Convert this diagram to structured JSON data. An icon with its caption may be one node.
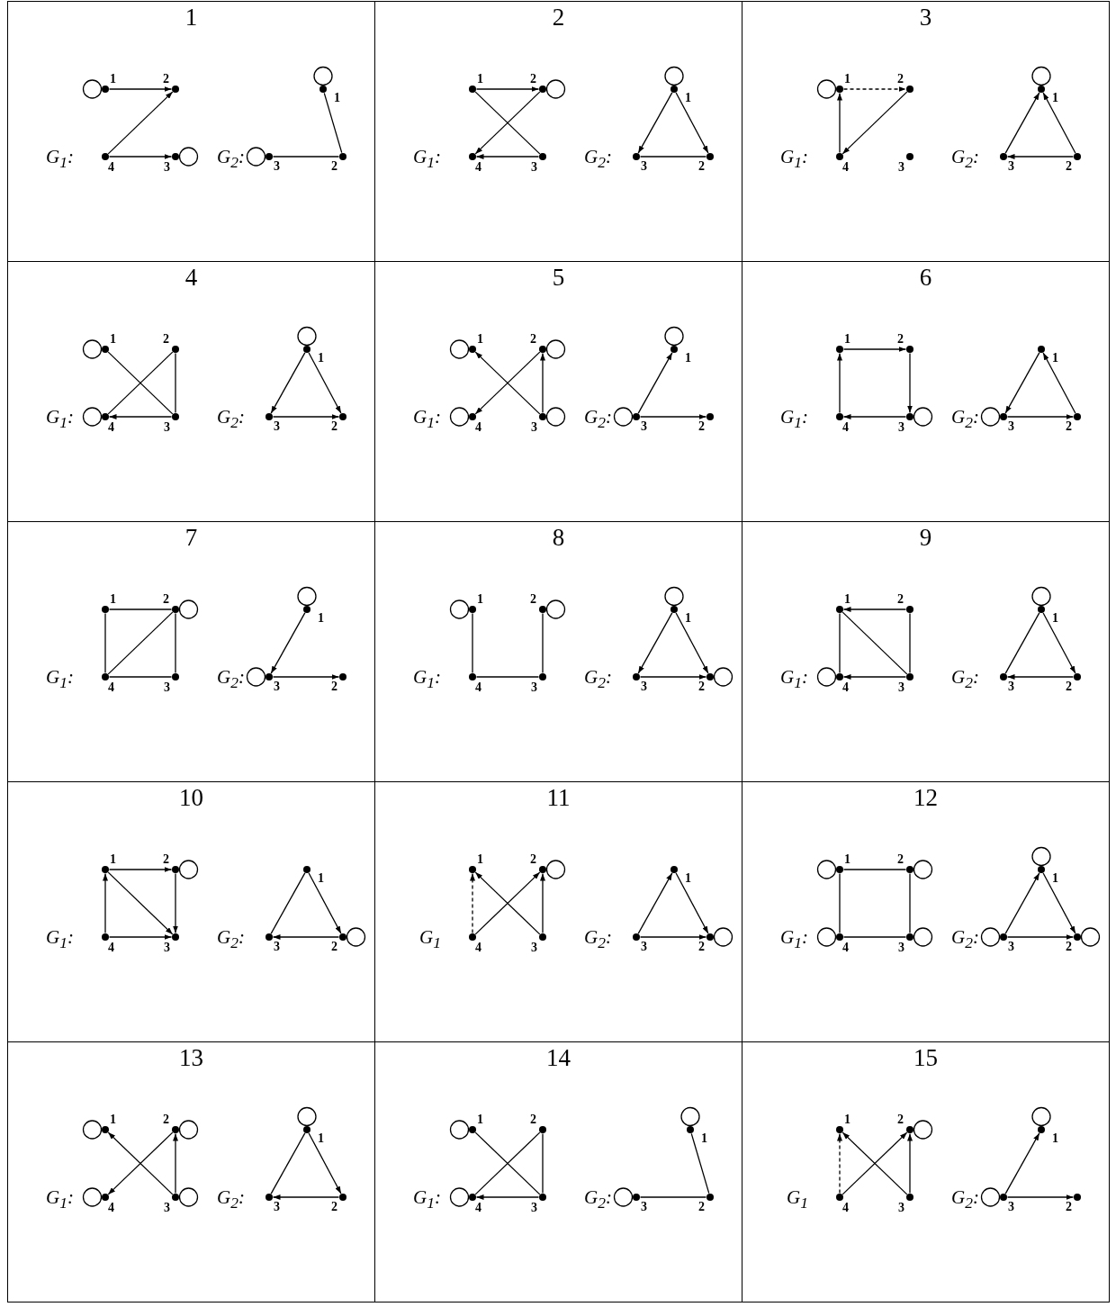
{
  "diagram": {
    "nodes": [
      {
        "text": [
          "1",
          "G$_{1}$:",
          "G$_{2}$:"
        ]
      },
      {
        "text": [],
        "shape": "circle",
        "beside": [
          "1"
        ],
        "in": 0
      },
      {
        "text": [],
        "shape": "circle",
        "beside": [
          "2"
        ],
        "in": 0
      },
      {
        "text": [],
        "shape": "circle",
        "beside": [
          "3"
        ],
        "in": 0
      },
      {
        "text": [],
        "shape": "circle",
        "beside": [
          "4"
        ],
        "in": 0
      },
      {
        "text": [],
        "shape": "circle",
        "beside": [
          "1"
        ],
        "in": 0
      },
      {
        "text": [],
        "shape": "circle",
        "beside": [
          "2"
        ],
        "in": 0
      },
      {
        "text": [],
        "shape": "circle",
        "beside": [
          "3"
        ],
        "in": 0
      },
      {
        "text": [
          "2",
          "G$_{1}$:",
          "G$_{2}$:"
        ]
      },
      {
        "text": [],
        "shape": "circle",
        "beside": [
          "1"
        ],
        "in": 8
      },
      {
        "text": [],
        "shape": "circle",
        "beside": [
          "2"
        ],
        "in": 8
      },
      {
        "text": [],
        "shape": "circle",
        "beside": [
          "3"
        ],
        "in": 8
      },
      {
        "text": [],
        "shape": "circle",
        "beside": [
          "4"
        ],
        "in": 8
      },
      {
        "text": [],
        "shape": "circle",
        "beside": [
          "1"
        ],
        "in": 8
      },
      {
        "text": [],
        "shape": "circle",
        "beside": [
          "2"
        ],
        "in": 8
      },
      {
        "text": [],
        "shape": "circle",
        "beside": [
          "3"
        ],
        "in": 8
      },
      {
        "text": [
          "3",
          "G$_{1}$:",
          "G$_{2}$:"
        ]
      },
      {
        "text": [],
        "shape": "circle",
        "beside": [
          "1"
        ],
        "in": 16
      },
      {
        "text": [],
        "shape": "circle",
        "beside": [
          "2"
        ],
        "in": 16
      },
      {
        "text": [],
        "shape": "circle",
        "beside": [
          "3"
        ],
        "in": 16
      },
      {
        "text": [],
        "shape": "circle",
        "beside": [
          "4"
        ],
        "in": 16
      },
      {
        "text": [],
        "shape": "circle",
        "beside": [
          "1"
        ],
        "in": 16
      },
      {
        "text": [],
        "shape": "circle",
        "beside": [
          "2"
        ],
        "in": 16
      },
      {
        "text": [],
        "shape": "circle",
        "beside": [
          "3"
        ],
        "in": 16
      },
      {
        "text": [
          "4",
          "G$_{1}$:",
          "G$_{2}$:"
        ]
      },
      {
        "text": [],
        "shape": "circle",
        "beside": [
          "1"
        ],
        "in": 24
      },
      {
        "text": [],
        "shape": "circle",
        "beside": [
          "2"
        ],
        "in": 24
      },
      {
        "text": [],
        "shape": "circle",
        "beside": [
          "3"
        ],
        "in": 24
      },
      {
        "text": [],
        "shape": "circle",
        "beside": [
          "4"
        ],
        "in": 24
      },
      {
        "text": [],
        "shape": "circle",
        "beside": [
          "1"
        ],
        "in": 24
      },
      {
        "text": [],
        "shape": "circle",
        "beside": [
          "2"
        ],
        "in": 24
      },
      {
        "text": [],
        "shape": "circle",
        "beside": [
          "3"
        ],
        "in": 24
      },
      {
        "text": [
          "5",
          "G$_{1}$:",
          "G$_{2}$:"
        ]
      },
      {
        "text": [],
        "shape": "circle",
        "beside": [
          "1"
        ],
        "in": 32
      },
      {
        "text": [],
        "shape": "circle",
        "beside": [
          "2"
        ],
        "in": 32
      },
      {
        "text": [],
        "shape": "circle",
        "beside": [
          "3"
        ],
        "in": 32
      },
      {
        "text": [],
        "shape": "circle",
        "beside": [
          "4"
        ],
        "in": 32
      },
      {
        "text": [],
        "shape": "circle",
        "beside": [
          "1"
        ],
        "in": 32
      },
      {
        "text": [],
        "shape": "circle",
        "beside": [
          "2"
        ],
        "in": 32
      },
      {
        "text": [],
        "shape": "circle",
        "beside": [
          "3"
        ],
        "in": 32
      },
      {
        "text": [
          "6",
          "G$_{1}$:",
          "G$_{2}$:"
        ]
      },
      {
        "text": [],
        "shape": "circle",
        "beside": [
          "1"
        ],
        "in": 40
      },
      {
        "text": [],
        "shape": "circle",
        "beside": [
          "2"
        ],
        "in": 40
      },
      {
        "text": [],
        "shape": "circle",
        "beside": [
          "3"
        ],
        "in": 40
      },
      {
        "text": [],
        "shape": "circle",
        "beside": [
          "4"
        ],
        "in": 40
      },
      {
        "text": [],
        "shape": "circle",
        "beside": [
          "1"
        ],
        "in": 40
      },
      {
        "text": [],
        "shape": "circle",
        "beside": [
          "2"
        ],
        "in": 40
      },
      {
        "text": [],
        "shape": "circle",
        "beside": [
          "3"
        ],
        "in": 40
      },
      {
        "text": [
          "7",
          "G$_{1}$:",
          "G$_{2}$:"
        ]
      },
      {
        "text": [],
        "shape": "circle",
        "beside": [
          "1"
        ],
        "in": 48
      },
      {
        "text": [],
        "shape": "circle",
        "beside": [
          "2"
        ],
        "in": 48
      },
      {
        "text": [],
        "shape": "circle",
        "beside": [
          "3"
        ],
        "in": 48
      },
      {
        "text": [],
        "shape": "circle",
        "beside": [
          "4"
        ],
        "in": 48
      },
      {
        "text": [],
        "shape": "circle",
        "beside": [
          "1"
        ],
        "in": 48
      },
      {
        "text": [],
        "shape": "circle",
        "beside": [
          "2"
        ],
        "in": 48
      },
      {
        "text": [],
        "shape": "circle",
        "beside": [
          "3"
        ],
        "in": 48
      },
      {
        "text": [
          "8",
          "G$_{1}$:",
          "G$_{2}$:"
        ]
      },
      {
        "text": [],
        "shape": "circle",
        "beside": [
          "1"
        ],
        "in": 56
      },
      {
        "text": [],
        "shape": "circle",
        "beside": [
          "2"
        ],
        "in": 56
      },
      {
        "text": [],
        "shape": "circle",
        "beside": [
          "3"
        ],
        "in": 56
      },
      {
        "text": [],
        "shape": "circle",
        "beside": [
          "4"
        ],
        "in": 56
      },
      {
        "text": [],
        "shape": "circle",
        "beside": [
          "1"
        ],
        "in": 56
      },
      {
        "text": [],
        "shape": "circle",
        "beside": [
          "2"
        ],
        "in": 56
      },
      {
        "text": [],
        "shape": "circle",
        "beside": [
          "3"
        ],
        "in": 56
      },
      {
        "text": [
          "9",
          "G$_{1}$:",
          "G$_{2}$:"
        ]
      },
      {
        "text": [],
        "shape": "circle",
        "beside": [
          "1"
        ],
        "in": 64
      },
      {
        "text": [],
        "shape": "circle",
        "beside": [
          "2"
        ],
        "in": 64
      },
      {
        "text": [],
        "shape": "circle",
        "beside": [
          "3"
        ],
        "in": 64
      },
      {
        "text": [],
        "shape": "circle",
        "beside": [
          "4"
        ],
        "in": 64
      },
      {
        "text": [],
        "shape": "circle",
        "beside": [
          "1"
        ],
        "in": 64
      },
      {
        "text": [],
        "shape": "circle",
        "beside": [
          "2"
        ],
        "in": 64
      },
      {
        "text": [],
        "shape": "circle",
        "beside": [
          "3"
        ],
        "in": 64
      },
      {
        "text": [
          "10",
          "G$_{1}$:",
          "G$_{2}$:"
        ]
      },
      {
        "text": [],
        "shape": "circle",
        "beside": [
          "1"
        ],
        "in": 72
      },
      {
        "text": [],
        "shape": "circle",
        "beside": [
          "2"
        ],
        "in": 72
      },
      {
        "text": [],
        "shape": "circle",
        "beside": [
          "3"
        ],
        "in": 72
      },
      {
        "text": [],
        "shape": "circle",
        "beside": [
          "4"
        ],
        "in": 72
      },
      {
        "text": [],
        "shape": "circle",
        "beside": [
          "1"
        ],
        "in": 72
      },
      {
        "text": [],
        "shape": "circle",
        "beside": [
          "2"
        ],
        "in": 72
      },
      {
        "text": [],
        "shape": "circle",
        "beside": [
          "3"
        ],
        "in": 72
      },
      {
        "text": [
          "11",
          "G$_{1}$",
          "G$_{2}$:"
        ]
      },
      {
        "text": [],
        "shape": "circle",
        "beside": [
          "1"
        ],
        "in": 80
      },
      {
        "text": [],
        "shape": "circle",
        "beside": [
          "2"
        ],
        "in": 80
      },
      {
        "text": [],
        "shape": "circle",
        "beside": [
          "3"
        ],
        "in": 80
      },
      {
        "text": [],
        "shape": "circle",
        "beside": [
          "4"
        ],
        "in": 80
      },
      {
        "text": [],
        "shape": "circle",
        "beside": [
          "1"
        ],
        "in": 80
      },
      {
        "text": [],
        "shape": "circle",
        "beside": [
          "2"
        ],
        "in": 80
      },
      {
        "text": [],
        "shape": "circle",
        "beside": [
          "3"
        ],
        "in": 80
      },
      {
        "text": [
          "12",
          "G$_{1}$:",
          "G$_{2}$:"
        ]
      },
      {
        "text": [],
        "shape": "circle",
        "beside": [
          "1"
        ],
        "in": 88
      },
      {
        "text": [],
        "shape": "circle",
        "beside": [
          "2"
        ],
        "in": 88
      },
      {
        "text": [],
        "shape": "circle",
        "beside": [
          "3"
        ],
        "in": 88
      },
      {
        "text": [],
        "shape": "circle",
        "beside": [
          "4"
        ],
        "in": 88
      },
      {
        "text": [],
        "shape": "circle",
        "beside": [
          "1"
        ],
        "in": 88
      },
      {
        "text": [],
        "shape": "circle",
        "beside": [
          "2"
        ],
        "in": 88
      },
      {
        "text": [],
        "shape": "circle",
        "beside": [
          "3"
        ],
        "in": 88
      },
      {
        "text": [
          "13",
          "G$_{1}$:",
          "G$_{2}$:"
        ]
      },
      {
        "text": [],
        "shape": "circle",
        "beside": [
          "1"
        ],
        "in": 96
      },
      {
        "text": [],
        "shape": "circle",
        "beside": [
          "2"
        ],
        "in": 96
      },
      {
        "text": [],
        "shape": "circle",
        "beside": [
          "3"
        ],
        "in": 96
      },
      {
        "text": [],
        "shape": "circle",
        "beside": [
          "4"
        ],
        "in": 96
      },
      {
        "text": [],
        "shape": "circle",
        "beside": [
          "1"
        ],
        "in": 96
      },
      {
        "text": [],
        "shape": "circle",
        "beside": [
          "2"
        ],
        "in": 96
      },
      {
        "text": [],
        "shape": "circle",
        "beside": [
          "3"
        ],
        "in": 96
      },
      {
        "text": [
          "14",
          "G$_{1}$:",
          "G$_{2}$:"
        ]
      },
      {
        "text": [],
        "shape": "circle",
        "beside": [
          "1"
        ],
        "in": 104
      },
      {
        "text": [],
        "shape": "circle",
        "beside": [
          "2"
        ],
        "in": 104
      },
      {
        "text": [],
        "shape": "circle",
        "beside": [
          "3"
        ],
        "in": 104
      },
      {
        "text": [],
        "shape": "circle",
        "beside": [
          "4"
        ],
        "in": 104
      },
      {
        "text": [],
        "shape": "circle",
        "beside": [
          "1"
        ],
        "in": 104
      },
      {
        "text": [],
        "shape": "circle",
        "beside": [
          "2"
        ],
        "in": 104
      },
      {
        "text": [],
        "shape": "circle",
        "beside": [
          "3"
        ],
        "in": 104
      },
      {
        "text": [
          "15",
          "G$_{1}$",
          "G$_{2}$:"
        ]
      },
      {
        "text": [],
        "shape": "circle",
        "beside": [
          "1"
        ],
        "in": 112
      },
      {
        "text": [],
        "shape": "circle",
        "beside": [
          "2"
        ],
        "in": 112
      },
      {
        "text": [],
        "shape": "circle",
        "beside": [
          "3"
        ],
        "in": 112
      },
      {
        "text": [],
        "shape": "circle",
        "beside": [
          "4"
        ],
        "in": 112
      },
      {
        "text": [],
        "shape": "circle",
        "beside": [
          "1"
        ],
        "in": 112
      },
      {
        "text": [],
        "shape": "circle",
        "beside": [
          "2"
        ],
        "in": 112
      },
      {
        "text": [],
        "shape": "circle",
        "beside": [
          "3"
        ],
        "in": 112
      }
    ],
    "edges": [
      {
        "from": 1,
        "to": 1,
        "arrow": "none"
      },
      {
        "from": 3,
        "to": 3,
        "arrow": "none"
      },
      {
        "from": 1,
        "to": 2,
        "arrow": "to"
      },
      {
        "from": 4,
        "to": 2,
        "arrow": "to"
      },
      {
        "from": 4,
        "to": 3,
        "arrow": "to"
      },
      {
        "from": 5,
        "to": 5,
        "arrow": "none"
      },
      {
        "from": 7,
        "to": 7,
        "arrow": "none"
      },
      {
        "from": 6,
        "to": 5,
        "arrow": "none"
      },
      {
        "from": 7,
        "to": 6,
        "arrow": "none"
      },
      {
        "from": 10,
        "to": 10,
        "arrow": "none"
      },
      {
        "from": 9,
        "to": 10,
        "arrow": "to"
      },
      {
        "from": 9,
        "to": 11,
        "arrow": "none"
      },
      {
        "from": 11,
        "to": 12,
        "arrow": "to"
      },
      {
        "from": 10,
        "to": 12,
        "arrow": "to"
      },
      {
        "from": 13,
        "to": 13,
        "arrow": "none"
      },
      {
        "from": 13,
        "to": 15,
        "arrow": "to"
      },
      {
        "from": 13,
        "to": 14,
        "arrow": "to"
      },
      {
        "from": 15,
        "to": 14,
        "arrow": "none"
      },
      {
        "from": 17,
        "to": 17,
        "arrow": "none"
      },
      {
        "from": 17,
        "to": 18,
        "arrow": "to",
        "style": "dashed"
      },
      {
        "from": 20,
        "to": 17,
        "arrow": "to"
      },
      {
        "from": 18,
        "to": 20,
        "arrow": "to"
      },
      {
        "from": 21,
        "to": 21,
        "arrow": "none"
      },
      {
        "from": 23,
        "to": 21,
        "arrow": "to"
      },
      {
        "from": 22,
        "to": 21,
        "arrow": "to"
      },
      {
        "from": 22,
        "to": 23,
        "arrow": "to"
      },
      {
        "from": 25,
        "to": 25,
        "arrow": "none"
      },
      {
        "from": 28,
        "to": 28,
        "arrow": "none"
      },
      {
        "from": 25,
        "to": 27,
        "arrow": "none"
      },
      {
        "from": 28,
        "to": 26,
        "arrow": "none"
      },
      {
        "from": 26,
        "to": 27,
        "arrow": "none"
      },
      {
        "from": 27,
        "to": 28,
        "arrow": "to"
      },
      {
        "from": 29,
        "to": 29,
        "arrow": "none"
      },
      {
        "from": 29,
        "to": 31,
        "arrow": "to"
      },
      {
        "from": 29,
        "to": 30,
        "arrow": "to"
      },
      {
        "from": 31,
        "to": 30,
        "arrow": "to"
      },
      {
        "from": 33,
        "to": 33,
        "arrow": "none"
      },
      {
        "from": 34,
        "to": 34,
        "arrow": "none"
      },
      {
        "from": 36,
        "to": 36,
        "arrow": "none"
      },
      {
        "from": 35,
        "to": 35,
        "arrow": "none"
      },
      {
        "from": 35,
        "to": 33,
        "arrow": "to"
      },
      {
        "from": 34,
        "to": 36,
        "arrow": "to"
      },
      {
        "from": 35,
        "to": 34,
        "arrow": "to"
      },
      {
        "from": 37,
        "to": 37,
        "arrow": "none"
      },
      {
        "from": 39,
        "to": 39,
        "arrow": "none"
      },
      {
        "from": 39,
        "to": 37,
        "arrow": "to"
      },
      {
        "from": 39,
        "to": 38,
        "arrow": "to"
      },
      {
        "from": 43,
        "to": 43,
        "arrow": "none"
      },
      {
        "from": 41,
        "to": 42,
        "arrow": "to"
      },
      {
        "from": 42,
        "to": 43,
        "arrow": "to"
      },
      {
        "from": 43,
        "to": 44,
        "arrow": "to"
      },
      {
        "from": 44,
        "to": 41,
        "arrow": "to"
      },
      {
        "from": 47,
        "to": 47,
        "arrow": "none"
      },
      {
        "from": 46,
        "to": 45,
        "arrow": "to"
      },
      {
        "from": 45,
        "to": 47,
        "arrow": "to"
      },
      {
        "from": 47,
        "to": 46,
        "arrow": "to"
      },
      {
        "from": 50,
        "to": 50,
        "arrow": "none"
      },
      {
        "from": 49,
        "to": 50,
        "arrow": "none"
      },
      {
        "from": 49,
        "to": 52,
        "arrow": "none"
      },
      {
        "from": 50,
        "to": 52,
        "arrow": "none"
      },
      {
        "from": 50,
        "to": 51,
        "arrow": "none"
      },
      {
        "from": 52,
        "to": 51,
        "arrow": "none"
      },
      {
        "from": 53,
        "to": 53,
        "arrow": "none"
      },
      {
        "from": 55,
        "to": 55,
        "arrow": "none"
      },
      {
        "from": 53,
        "to": 55,
        "arrow": "to"
      },
      {
        "from": 55,
        "to": 54,
        "arrow": "to"
      },
      {
        "from": 57,
        "to": 57,
        "arrow": "none"
      },
      {
        "from": 58,
        "to": 58,
        "arrow": "none"
      },
      {
        "from": 57,
        "to": 60,
        "arrow": "none"
      },
      {
        "from": 58,
        "to": 59,
        "arrow": "none"
      },
      {
        "from": 60,
        "to": 59,
        "arrow": "none"
      },
      {
        "from": 61,
        "to": 61,
        "arrow": "none"
      },
      {
        "from": 62,
        "to": 62,
        "arrow": "none"
      },
      {
        "from": 61,
        "to": 63,
        "arrow": "to"
      },
      {
        "from": 61,
        "to": 62,
        "arrow": "to"
      },
      {
        "from": 63,
        "to": 62,
        "arrow": "to"
      },
      {
        "from": 68,
        "to": 68,
        "arrow": "none"
      },
      {
        "from": 66,
        "to": 65,
        "arrow": "to"
      },
      {
        "from": 65,
        "to": 68,
        "arrow": "none"
      },
      {
        "from": 65,
        "to": 67,
        "arrow": "none"
      },
      {
        "from": 66,
        "to": 67,
        "arrow": "none"
      },
      {
        "from": 67,
        "to": 68,
        "arrow": "to"
      },
      {
        "from": 69,
        "to": 69,
        "arrow": "none"
      },
      {
        "from": 69,
        "to": 71,
        "arrow": "none"
      },
      {
        "from": 69,
        "to": 70,
        "arrow": "to"
      },
      {
        "from": 70,
        "to": 71,
        "arrow": "to"
      },
      {
        "from": 74,
        "to": 74,
        "arrow": "none"
      },
      {
        "from": 73,
        "to": 74,
        "arrow": "to"
      },
      {
        "from": 76,
        "to": 73,
        "arrow": "to"
      },
      {
        "from": 73,
        "to": 75,
        "arrow": "to"
      },
      {
        "from": 74,
        "to": 75,
        "arrow": "to"
      },
      {
        "from": 76,
        "to": 75,
        "arrow": "to"
      },
      {
        "from": 78,
        "to": 78,
        "arrow": "none"
      },
      {
        "from": 77,
        "to": 79,
        "arrow": "none"
      },
      {
        "from": 77,
        "to": 78,
        "arrow": "to"
      },
      {
        "from": 78,
        "to": 79,
        "arrow": "to"
      },
      {
        "from": 82,
        "to": 82,
        "arrow": "none"
      },
      {
        "from": 84,
        "to": 81,
        "arrow": "to",
        "style": "dashed"
      },
      {
        "from": 83,
        "to": 81,
        "arrow": "to"
      },
      {
        "from": 84,
        "to": 82,
        "arrow": "to"
      },
      {
        "from": 83,
        "to": 82,
        "arrow": "to"
      },
      {
        "from": 86,
        "to": 86,
        "arrow": "none"
      },
      {
        "from": 87,
        "to": 85,
        "arrow": "to"
      },
      {
        "from": 85,
        "to": 86,
        "arrow": "to"
      },
      {
        "from": 87,
        "to": 86,
        "arrow": "to"
      },
      {
        "from": 89,
        "to": 89,
        "arrow": "none"
      },
      {
        "from": 90,
        "to": 90,
        "arrow": "none"
      },
      {
        "from": 92,
        "to": 92,
        "arrow": "none"
      },
      {
        "from": 91,
        "to": 91,
        "arrow": "none"
      },
      {
        "from": 89,
        "to": 90,
        "arrow": "none"
      },
      {
        "from": 89,
        "to": 92,
        "arrow": "none"
      },
      {
        "from": 90,
        "to": 91,
        "arrow": "none"
      },
      {
        "from": 92,
        "to": 91,
        "arrow": "none"
      },
      {
        "from": 93,
        "to": 93,
        "arrow": "none"
      },
      {
        "from": 95,
        "to": 95,
        "arrow": "none"
      },
      {
        "from": 94,
        "to": 94,
        "arrow": "none"
      },
      {
        "from": 95,
        "to": 93,
        "arrow": "to"
      },
      {
        "from": 93,
        "to": 94,
        "arrow": "to"
      },
      {
        "from": 95,
        "to": 94,
        "arrow": "to"
      },
      {
        "from": 97,
        "to": 97,
        "arrow": "none"
      },
      {
        "from": 98,
        "to": 98,
        "arrow": "none"
      },
      {
        "from": 100,
        "to": 100,
        "arrow": "none"
      },
      {
        "from": 99,
        "to": 99,
        "arrow": "none"
      },
      {
        "from": 99,
        "to": 97,
        "arrow": "to"
      },
      {
        "from": 98,
        "to": 100,
        "arrow": "to"
      },
      {
        "from": 99,
        "to": 98,
        "arrow": "to"
      },
      {
        "from": 101,
        "to": 101,
        "arrow": "none"
      },
      {
        "from": 101,
        "to": 103,
        "arrow": "none"
      },
      {
        "from": 101,
        "to": 102,
        "arrow": "to"
      },
      {
        "from": 102,
        "to": 103,
        "arrow": "to"
      },
      {
        "from": 105,
        "to": 105,
        "arrow": "none"
      },
      {
        "from": 108,
        "to": 108,
        "arrow": "none"
      },
      {
        "from": 105,
        "to": 107,
        "arrow": "none"
      },
      {
        "from": 108,
        "to": 106,
        "arrow": "none"
      },
      {
        "from": 106,
        "to": 107,
        "arrow": "none"
      },
      {
        "from": 107,
        "to": 108,
        "arrow": "to"
      },
      {
        "from": 109,
        "to": 109,
        "arrow": "none"
      },
      {
        "from": 111,
        "to": 111,
        "arrow": "none"
      },
      {
        "from": 110,
        "to": 109,
        "arrow": "none"
      },
      {
        "from": 111,
        "to": 110,
        "arrow": "none"
      },
      {
        "from": 114,
        "to": 114,
        "arrow": "none"
      },
      {
        "from": 116,
        "to": 113,
        "arrow": "to",
        "style": "dashed"
      },
      {
        "from": 115,
        "to": 113,
        "arrow": "to"
      },
      {
        "from": 116,
        "to": 114,
        "arrow": "to"
      },
      {
        "from": 115,
        "to": 114,
        "arrow": "to"
      },
      {
        "from": 117,
        "to": 117,
        "arrow": "none"
      },
      {
        "from": 119,
        "to": 119,
        "arrow": "none"
      },
      {
        "from": 119,
        "to": 117,
        "arrow": "to"
      },
      {
        "from": 119,
        "to": 118,
        "arrow": "to"
      }
    ]
  }
}
